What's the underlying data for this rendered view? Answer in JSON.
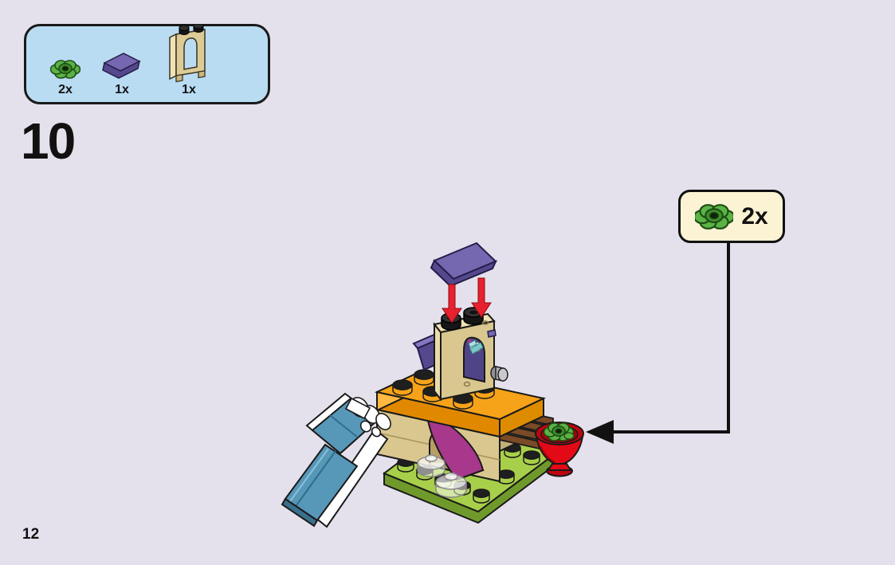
{
  "page": {
    "step_number": "10",
    "page_number": "12",
    "background_color": "#E5E1EC"
  },
  "parts_box": {
    "background_color": "#B9DCF3",
    "items": [
      {
        "piece": "flower-plate-green",
        "count": "2x",
        "color": "#5BB346"
      },
      {
        "piece": "slope-brick-purple",
        "count": "1x",
        "color": "#7568B0"
      },
      {
        "piece": "window-frame-wall-tan",
        "count": "1x",
        "color": "#DCCB96"
      }
    ]
  },
  "callout": {
    "piece": "flower-plate-green",
    "count": "2x",
    "background_color": "#FCF3D4",
    "target": "red-flower-pot"
  },
  "build": {
    "pieces": [
      "green-baseplate",
      "tan-arch-wall",
      "orange-plate",
      "tan-window-tower",
      "purple-slope-placed",
      "purple-slope-floating",
      "blue-slide",
      "white-hinge-connectors",
      "magenta-curved-slide",
      "brown-step-logs",
      "red-flower-pot",
      "green-flower",
      "translucent-round-plates"
    ],
    "placement_arrow_color": "#E8212E",
    "callout_line_color": "#111111"
  }
}
